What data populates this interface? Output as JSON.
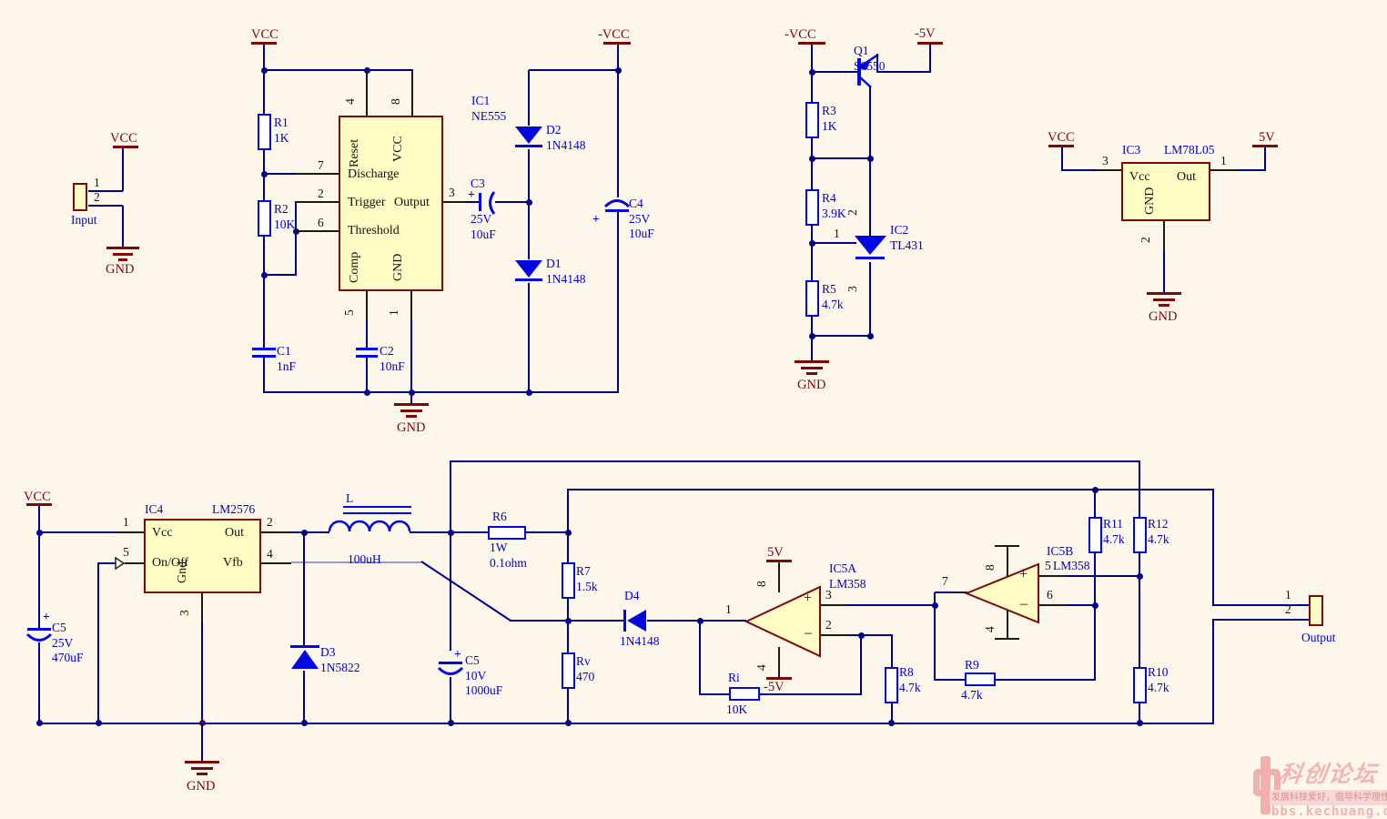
{
  "nets": {
    "vcc": "VCC",
    "nvcc": "-VCC",
    "p5": "5V",
    "n5": "-5V",
    "gnd": "GND"
  },
  "connectors": {
    "input": {
      "label": "Input",
      "p1": "1",
      "p2": "2"
    },
    "output": {
      "label": "Output",
      "p1": "1",
      "p2": "2"
    }
  },
  "resistors": {
    "r1": {
      "ref": "R1",
      "val": "1K"
    },
    "r2": {
      "ref": "R2",
      "val": "10K"
    },
    "r3": {
      "ref": "R3",
      "val": "1K"
    },
    "r4": {
      "ref": "R4",
      "val": "3.9K"
    },
    "r5": {
      "ref": "R5",
      "val": "4.7k"
    },
    "r6": {
      "ref": "R6",
      "power": "1W",
      "val": "0.1ohm"
    },
    "r7": {
      "ref": "R7",
      "val": "1.5k"
    },
    "rv": {
      "ref": "Rv",
      "val": "470"
    },
    "r8": {
      "ref": "R8",
      "val": "4.7k"
    },
    "r9": {
      "ref": "R9",
      "val": "4.7k"
    },
    "r10": {
      "ref": "R10",
      "val": "4.7k"
    },
    "r11": {
      "ref": "R11",
      "val": "4.7k"
    },
    "r12": {
      "ref": "R12",
      "val": "4.7k"
    },
    "ri": {
      "ref": "Ri",
      "val": "10K"
    }
  },
  "capacitors": {
    "plus": "+",
    "c1": {
      "ref": "C1",
      "val": "1nF"
    },
    "c2": {
      "ref": "C2",
      "val": "10nF"
    },
    "c3": {
      "ref": "C3",
      "voltage": "25V",
      "val": "10uF"
    },
    "c4": {
      "ref": "C4",
      "voltage": "25V",
      "val": "10uF"
    },
    "c5_input": {
      "ref": "C5",
      "voltage": "25V",
      "val": "470uF"
    },
    "c5_output": {
      "ref": "C5",
      "voltage": "10V",
      "val": "1000uF"
    }
  },
  "diodes": {
    "d1": {
      "ref": "D1",
      "val": "1N4148"
    },
    "d2": {
      "ref": "D2",
      "val": "1N4148"
    },
    "d3": {
      "ref": "D3",
      "val": "1N5822"
    },
    "d4": {
      "ref": "D4",
      "val": "1N4148"
    }
  },
  "inductor": {
    "ref": "L",
    "val": "100uH"
  },
  "transistor": {
    "ref": "Q1",
    "val": "S8550"
  },
  "ic1": {
    "ref": "IC1",
    "val": "NE555",
    "pin_reset": "Reset",
    "pin_vcc": "VCC",
    "pin_discharge": "Discharge",
    "pin_trigger": "Trigger",
    "pin_threshold": "Threshold",
    "pin_output": "Output",
    "pin_comp": "Comp",
    "pin_gnd": "GND",
    "n_reset": "4",
    "n_vcc": "8",
    "n_discharge": "7",
    "n_trigger": "2",
    "n_threshold": "6",
    "n_output": "3",
    "n_comp": "5",
    "n_gnd": "1"
  },
  "ic2": {
    "ref": "IC2",
    "val": "TL431",
    "n1": "1",
    "n2": "2",
    "n3": "3"
  },
  "ic3": {
    "ref": "IC3",
    "val": "LM78L05",
    "pin_vcc": "Vcc",
    "pin_out": "Out",
    "pin_gnd": "GND",
    "n_vcc": "3",
    "n_out": "1",
    "n_gnd": "2"
  },
  "ic4": {
    "ref": "IC4",
    "val": "LM2576",
    "pin_vcc": "Vcc",
    "pin_onoff": "On/Off",
    "pin_gnd": "Gnd",
    "pin_out": "Out",
    "pin_vfb": "Vfb",
    "n_vcc": "1",
    "n_onoff": "5",
    "n_gnd": "3",
    "n_out": "2",
    "n_vfb": "4"
  },
  "ic5a": {
    "ref": "IC5A",
    "val": "LM358",
    "plus": "+",
    "minus": "–",
    "n_out": "1",
    "n_minus": "2",
    "n_plus": "3",
    "n_vneg": "4",
    "n_vpos": "8"
  },
  "ic5b": {
    "ref": "IC5B",
    "val": "LM358",
    "plus": "+",
    "minus": "–",
    "n_plus": "5",
    "n_minus": "6",
    "n_out": "7",
    "n_vneg": "4",
    "n_vpos": "8"
  },
  "watermark": {
    "title": "科创论坛",
    "tagline": "发展科技爱好，倡导科学理性",
    "url": "bbs.kechuang.org"
  }
}
